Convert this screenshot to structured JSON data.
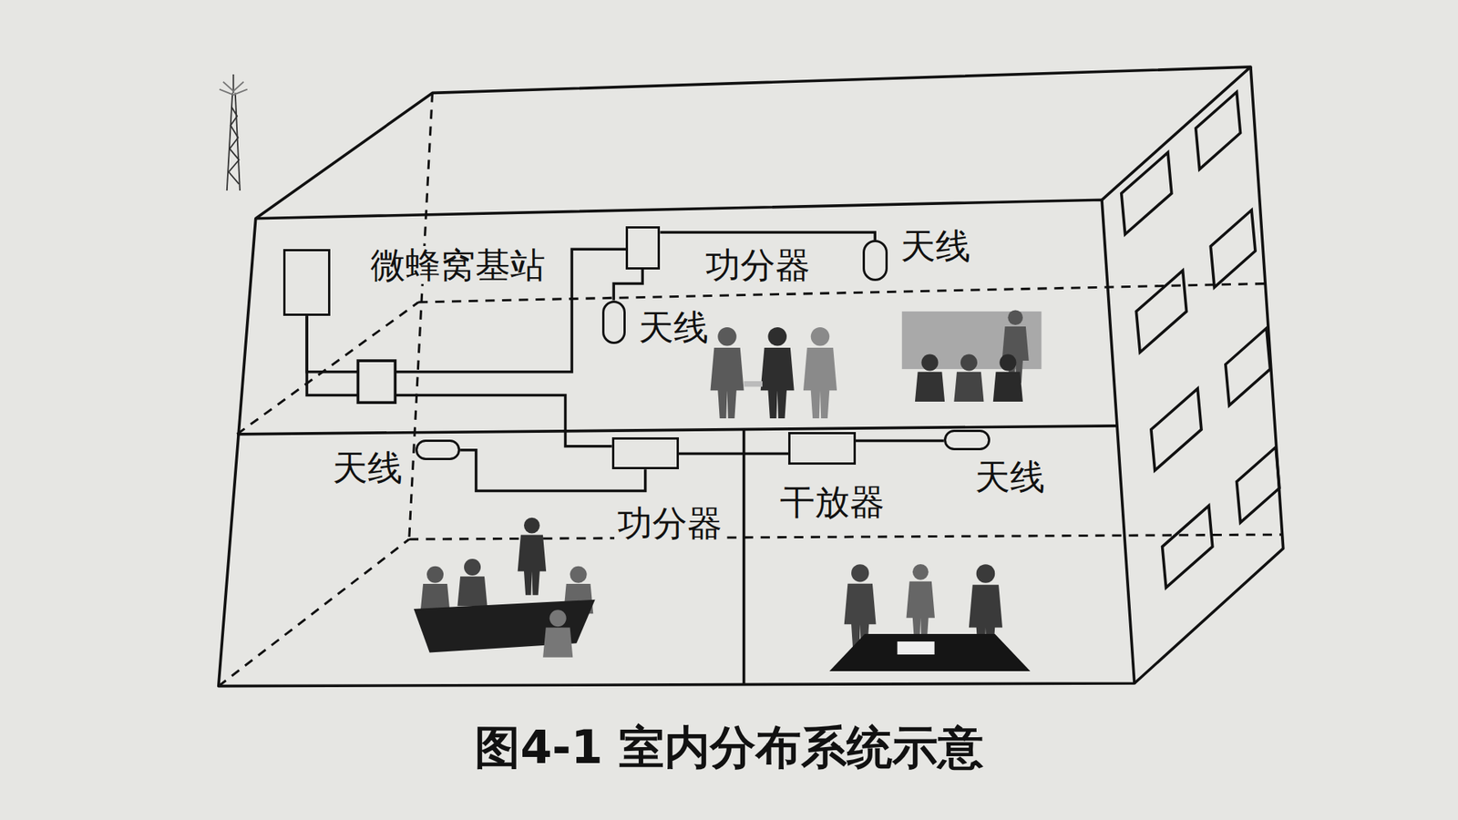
{
  "diagram": {
    "caption": "图4-1 室内分布系统示意",
    "nodes": [
      {
        "text": [
          "微蜂窝基站"
        ]
      },
      {
        "text": [
          "功分器"
        ]
      },
      {
        "text": [
          "天线"
        ]
      },
      {
        "text": [
          "天线"
        ]
      },
      {
        "text": [
          "天线"
        ]
      },
      {
        "text": [
          "功分器"
        ]
      },
      {
        "text": [
          "干放器"
        ]
      },
      {
        "text": [
          "天线"
        ]
      }
    ],
    "edges": [
      {
        "from": 0,
        "to": 1,
        "arrow": "none"
      },
      {
        "from": 1,
        "to": 2,
        "arrow": "none"
      },
      {
        "from": 1,
        "to": 3,
        "arrow": "none"
      },
      {
        "from": 0,
        "to": 5,
        "arrow": "none"
      },
      {
        "from": 5,
        "to": 4,
        "arrow": "none"
      },
      {
        "from": 5,
        "to": 6,
        "arrow": "none"
      },
      {
        "from": 6,
        "to": 7,
        "arrow": "none"
      }
    ]
  }
}
